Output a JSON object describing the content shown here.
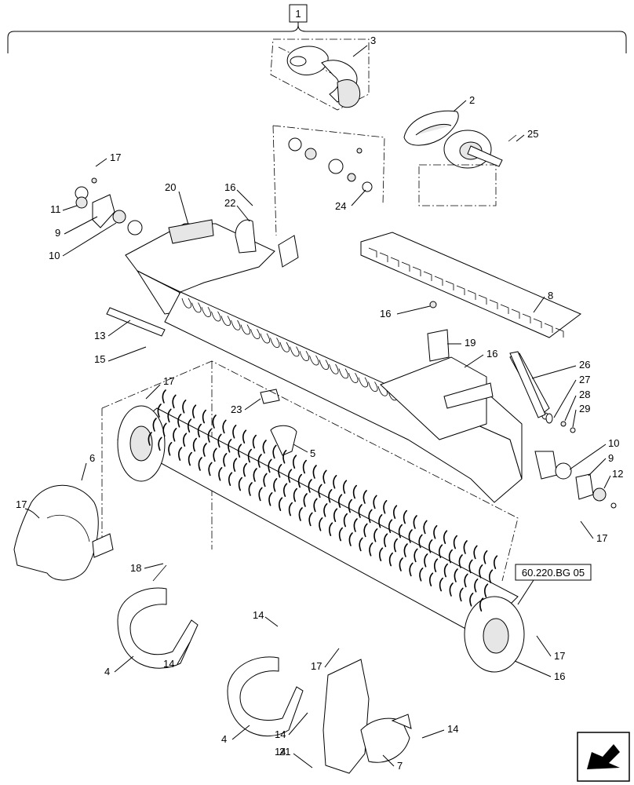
{
  "diagram": {
    "assembly_number": "1",
    "reference_label": "60.220.BG 05",
    "nav_icon": "arrow-navigation-icon",
    "callouts": [
      {
        "id": "c3",
        "text": "3"
      },
      {
        "id": "c2",
        "text": "2"
      },
      {
        "id": "c25",
        "text": "25"
      },
      {
        "id": "c17a",
        "text": "17"
      },
      {
        "id": "c20",
        "text": "20"
      },
      {
        "id": "c16a",
        "text": "16"
      },
      {
        "id": "c22",
        "text": "22"
      },
      {
        "id": "c24",
        "text": "24"
      },
      {
        "id": "c11",
        "text": "11"
      },
      {
        "id": "c9a",
        "text": "9"
      },
      {
        "id": "c10a",
        "text": "10"
      },
      {
        "id": "c8",
        "text": "8"
      },
      {
        "id": "c16b",
        "text": "16"
      },
      {
        "id": "c19",
        "text": "19"
      },
      {
        "id": "c16c",
        "text": "16"
      },
      {
        "id": "c13",
        "text": "13"
      },
      {
        "id": "c15",
        "text": "15"
      },
      {
        "id": "c26",
        "text": "26"
      },
      {
        "id": "c27",
        "text": "27"
      },
      {
        "id": "c28",
        "text": "28"
      },
      {
        "id": "c29",
        "text": "29"
      },
      {
        "id": "c17b",
        "text": "17"
      },
      {
        "id": "c23",
        "text": "23"
      },
      {
        "id": "c5",
        "text": "5"
      },
      {
        "id": "c10b",
        "text": "10"
      },
      {
        "id": "c9b",
        "text": "9"
      },
      {
        "id": "c12",
        "text": "12"
      },
      {
        "id": "c17c",
        "text": "17"
      },
      {
        "id": "c6",
        "text": "6"
      },
      {
        "id": "c17d",
        "text": "17"
      },
      {
        "id": "c18",
        "text": "18"
      },
      {
        "id": "c14a",
        "text": "14"
      },
      {
        "id": "c4a",
        "text": "4"
      },
      {
        "id": "c14b",
        "text": "14"
      },
      {
        "id": "c14c",
        "text": "14"
      },
      {
        "id": "c17e",
        "text": "17"
      },
      {
        "id": "c17f",
        "text": "17"
      },
      {
        "id": "c16d",
        "text": "16"
      },
      {
        "id": "c4b",
        "text": "4"
      },
      {
        "id": "c14d",
        "text": "14"
      },
      {
        "id": "c14e",
        "text": "14"
      },
      {
        "id": "c21",
        "text": "21"
      },
      {
        "id": "c7",
        "text": "7"
      }
    ]
  }
}
